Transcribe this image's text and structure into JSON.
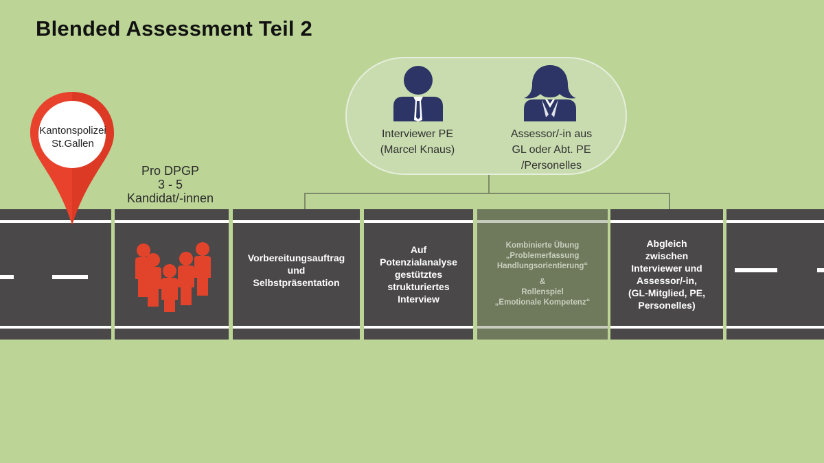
{
  "title": "Blended Assessment Teil 2",
  "pin": {
    "lines": [
      "Kantonspolizei",
      "St.Gallen"
    ],
    "color": "#e8412c"
  },
  "group": {
    "interviewer": {
      "lines": [
        "Interviewer PE",
        "(Marcel Knaus)"
      ]
    },
    "assessor": {
      "lines": [
        "Assessor/-in aus",
        "GL oder Abt. PE",
        "/Personelles"
      ]
    },
    "person_color": "#2c3566"
  },
  "candidates": {
    "lines": [
      "Pro DPGP",
      "3 - 5",
      "Kandidat/-innen"
    ],
    "icon": "people-group-icon",
    "color": "#e2432b"
  },
  "steps": [
    {
      "lines": [
        "Vorbereitungsauftrag",
        "und",
        "Selbstpräsentation"
      ]
    },
    {
      "lines": [
        "Auf",
        "Potenzialanalyse",
        "gestütztes",
        "strukturiertes",
        "Interview"
      ]
    },
    {
      "lines": [
        "Kombinierte Übung",
        "„Problemerfassung",
        "Handlungsorientierung“",
        "",
        "&",
        "Rollenspiel",
        "„Emotionale Kompetenz“"
      ]
    },
    {
      "lines": [
        "Abgleich",
        "zwischen",
        "Interviewer und",
        "Assessor/-in,",
        "(GL-Mitglied, PE,",
        "Personelles)"
      ]
    }
  ],
  "colors": {
    "background": "#bcd597",
    "road": "#4a4849",
    "highlight_step": "#6f7a5c"
  }
}
